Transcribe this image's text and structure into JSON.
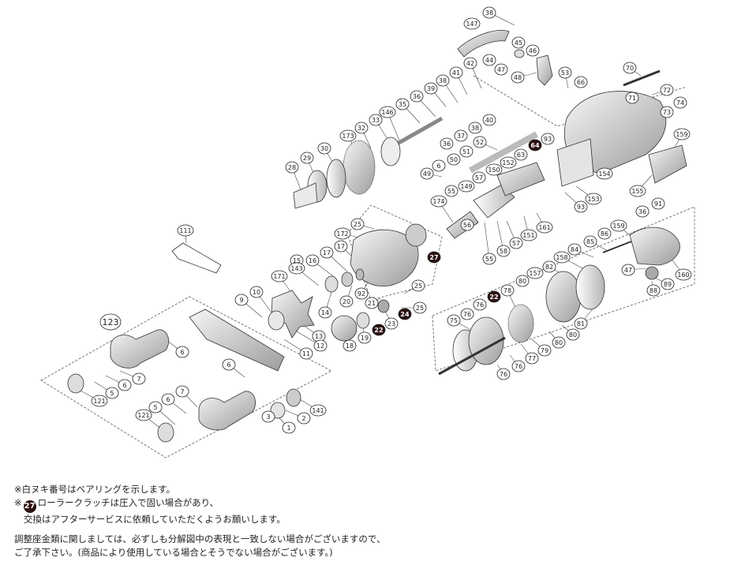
{
  "callouts": [
    {
      "id": "c38a",
      "label": "38",
      "type": "bearing"
    },
    {
      "id": "c147",
      "label": "147",
      "type": "normal"
    },
    {
      "id": "c45",
      "label": "45",
      "type": "normal"
    },
    {
      "id": "c46",
      "label": "46",
      "type": "normal"
    },
    {
      "id": "c44",
      "label": "44",
      "type": "normal"
    },
    {
      "id": "c47a",
      "label": "47",
      "type": "normal"
    },
    {
      "id": "c48",
      "label": "48",
      "type": "normal"
    },
    {
      "id": "c42",
      "label": "42",
      "type": "normal"
    },
    {
      "id": "c41",
      "label": "41",
      "type": "normal"
    },
    {
      "id": "c38b",
      "label": "38",
      "type": "normal"
    },
    {
      "id": "c39",
      "label": "39",
      "type": "normal"
    },
    {
      "id": "c36a",
      "label": "36",
      "type": "normal"
    },
    {
      "id": "c35",
      "label": "35",
      "type": "normal"
    },
    {
      "id": "c146",
      "label": "146",
      "type": "normal"
    },
    {
      "id": "c33",
      "label": "33",
      "type": "normal"
    },
    {
      "id": "c32",
      "label": "32",
      "type": "normal"
    },
    {
      "id": "c173",
      "label": "173",
      "type": "normal"
    },
    {
      "id": "c30",
      "label": "30",
      "type": "normal"
    },
    {
      "id": "c29",
      "label": "29",
      "type": "normal"
    },
    {
      "id": "c28",
      "label": "28",
      "type": "normal"
    },
    {
      "id": "c40",
      "label": "40",
      "type": "normal"
    },
    {
      "id": "c38c",
      "label": "38",
      "type": "normal"
    },
    {
      "id": "c37",
      "label": "37",
      "type": "normal"
    },
    {
      "id": "c36b",
      "label": "36",
      "type": "normal"
    },
    {
      "id": "c52",
      "label": "52",
      "type": "normal"
    },
    {
      "id": "c51",
      "label": "51",
      "type": "normal"
    },
    {
      "id": "c50",
      "label": "50",
      "type": "normal"
    },
    {
      "id": "c6a",
      "label": "6",
      "type": "normal"
    },
    {
      "id": "c49",
      "label": "49",
      "type": "normal"
    },
    {
      "id": "c55a",
      "label": "55",
      "type": "normal"
    },
    {
      "id": "c53",
      "label": "53",
      "type": "normal"
    },
    {
      "id": "c66",
      "label": "66",
      "type": "normal"
    },
    {
      "id": "c70",
      "label": "70",
      "type": "normal"
    },
    {
      "id": "c71",
      "label": "71",
      "type": "normal"
    },
    {
      "id": "c72",
      "label": "72",
      "type": "normal"
    },
    {
      "id": "c73",
      "label": "73",
      "type": "normal"
    },
    {
      "id": "c74",
      "label": "74",
      "type": "normal"
    },
    {
      "id": "c159a",
      "label": "159",
      "type": "normal"
    },
    {
      "id": "c64",
      "label": "64",
      "type": "filled"
    },
    {
      "id": "c93a",
      "label": "93",
      "type": "normal"
    },
    {
      "id": "c63",
      "label": "63",
      "type": "normal"
    },
    {
      "id": "c152",
      "label": "152",
      "type": "normal"
    },
    {
      "id": "c150",
      "label": "150",
      "type": "normal"
    },
    {
      "id": "c57a",
      "label": "57",
      "type": "normal"
    },
    {
      "id": "c149",
      "label": "149",
      "type": "normal"
    },
    {
      "id": "c154",
      "label": "154",
      "type": "normal"
    },
    {
      "id": "c155",
      "label": "155",
      "type": "normal"
    },
    {
      "id": "c153",
      "label": "153",
      "type": "normal"
    },
    {
      "id": "c93b",
      "label": "93",
      "type": "normal"
    },
    {
      "id": "c174",
      "label": "174",
      "type": "normal"
    },
    {
      "id": "c56",
      "label": "56",
      "type": "normal"
    },
    {
      "id": "c57b",
      "label": "57",
      "type": "normal"
    },
    {
      "id": "c58",
      "label": "58",
      "type": "normal"
    },
    {
      "id": "c55b",
      "label": "55",
      "type": "normal"
    },
    {
      "id": "c151",
      "label": "151",
      "type": "normal"
    },
    {
      "id": "c161",
      "label": "161",
      "type": "normal"
    },
    {
      "id": "c36c",
      "label": "36",
      "type": "normal"
    },
    {
      "id": "c91",
      "label": "91",
      "type": "normal"
    },
    {
      "id": "c159b",
      "label": "159",
      "type": "normal"
    },
    {
      "id": "c86",
      "label": "86",
      "type": "normal"
    },
    {
      "id": "c85",
      "label": "85",
      "type": "normal"
    },
    {
      "id": "c84",
      "label": "84",
      "type": "normal"
    },
    {
      "id": "c158",
      "label": "158",
      "type": "normal"
    },
    {
      "id": "c82",
      "label": "82",
      "type": "normal"
    },
    {
      "id": "c47b",
      "label": "47",
      "type": "normal"
    },
    {
      "id": "c160",
      "label": "160",
      "type": "normal"
    },
    {
      "id": "c89",
      "label": "89",
      "type": "normal"
    },
    {
      "id": "c88",
      "label": "88",
      "type": "normal"
    },
    {
      "id": "c157",
      "label": "157",
      "type": "normal"
    },
    {
      "id": "c80a",
      "label": "80",
      "type": "normal"
    },
    {
      "id": "c22a",
      "label": "22",
      "type": "filled"
    },
    {
      "id": "c78",
      "label": "78",
      "type": "normal"
    },
    {
      "id": "c76a",
      "label": "76",
      "type": "normal"
    },
    {
      "id": "c75",
      "label": "75",
      "type": "normal"
    },
    {
      "id": "c76b",
      "label": "76",
      "type": "normal"
    },
    {
      "id": "c81",
      "label": "81",
      "type": "normal"
    },
    {
      "id": "c80b",
      "label": "80",
      "type": "normal"
    },
    {
      "id": "c80c",
      "label": "80",
      "type": "normal"
    },
    {
      "id": "c79",
      "label": "79",
      "type": "normal"
    },
    {
      "id": "c77",
      "label": "77",
      "type": "normal"
    },
    {
      "id": "c76c",
      "label": "76",
      "type": "normal"
    },
    {
      "id": "c76d",
      "label": "76",
      "type": "normal"
    },
    {
      "id": "c111",
      "label": "111",
      "type": "normal"
    },
    {
      "id": "c25a",
      "label": "25",
      "type": "normal"
    },
    {
      "id": "c172",
      "label": "172",
      "type": "normal"
    },
    {
      "id": "c17a",
      "label": "17",
      "type": "normal"
    },
    {
      "id": "c17b",
      "label": "17",
      "type": "normal"
    },
    {
      "id": "c16",
      "label": "16",
      "type": "normal"
    },
    {
      "id": "c15",
      "label": "15",
      "type": "normal"
    },
    {
      "id": "c143",
      "label": "143",
      "type": "normal"
    },
    {
      "id": "c171",
      "label": "171",
      "type": "normal"
    },
    {
      "id": "c27",
      "label": "27",
      "type": "filled"
    },
    {
      "id": "c10",
      "label": "10",
      "type": "normal"
    },
    {
      "id": "c9",
      "label": "9",
      "type": "normal"
    },
    {
      "id": "c14",
      "label": "14",
      "type": "normal"
    },
    {
      "id": "c20",
      "label": "20",
      "type": "normal"
    },
    {
      "id": "c92",
      "label": "92",
      "type": "normal"
    },
    {
      "id": "c21",
      "label": "21",
      "type": "normal"
    },
    {
      "id": "c25b",
      "label": "25",
      "type": "normal"
    },
    {
      "id": "c25c",
      "label": "25",
      "type": "normal"
    },
    {
      "id": "c23",
      "label": "23",
      "type": "normal"
    },
    {
      "id": "c24",
      "label": "24",
      "type": "filled"
    },
    {
      "id": "c22b",
      "label": "22",
      "type": "filled"
    },
    {
      "id": "c19",
      "label": "19",
      "type": "normal"
    },
    {
      "id": "c18",
      "label": "18",
      "type": "normal"
    },
    {
      "id": "c13",
      "label": "13",
      "type": "normal"
    },
    {
      "id": "c12",
      "label": "12",
      "type": "normal"
    },
    {
      "id": "c11",
      "label": "11",
      "type": "normal"
    },
    {
      "id": "c123",
      "label": "123",
      "type": "large"
    },
    {
      "id": "c6b",
      "label": "6",
      "type": "normal"
    },
    {
      "id": "c6c",
      "label": "6",
      "type": "normal"
    },
    {
      "id": "c7a",
      "label": "7",
      "type": "normal"
    },
    {
      "id": "c6d",
      "label": "6",
      "type": "normal"
    },
    {
      "id": "c5a",
      "label": "5",
      "type": "normal"
    },
    {
      "id": "c121a",
      "label": "121",
      "type": "normal"
    },
    {
      "id": "c7b",
      "label": "7",
      "type": "normal"
    },
    {
      "id": "c6e",
      "label": "6",
      "type": "normal"
    },
    {
      "id": "c5b",
      "label": "5",
      "type": "normal"
    },
    {
      "id": "c121b",
      "label": "121",
      "type": "normal"
    },
    {
      "id": "c141",
      "label": "141",
      "type": "normal"
    },
    {
      "id": "c2",
      "label": "2",
      "type": "normal"
    },
    {
      "id": "c1",
      "label": "1",
      "type": "normal"
    },
    {
      "id": "c3",
      "label": "3",
      "type": "normal"
    }
  ],
  "notes": {
    "line1": "※白ヌキ番号はベアリングを示します。",
    "line2_prefix": "※",
    "line2_badge": "27",
    "line2_text": "ローラークラッチは圧入で固い場合があり、",
    "line3": "交換はアフターサービスに依頼していただくようお願いします。",
    "line4": "調整座金類に関しましては、必ずしも分解図中の表現と一致しない場合がございますので、",
    "line5": "ご了承下さい。(商品により使用している場合とそうでない場合がございます。)"
  },
  "colors": {
    "ink": "#222222",
    "badge": "#2a0f0f",
    "part_fill": "#e6e6e6",
    "part_dark": "#9a9a9a"
  }
}
